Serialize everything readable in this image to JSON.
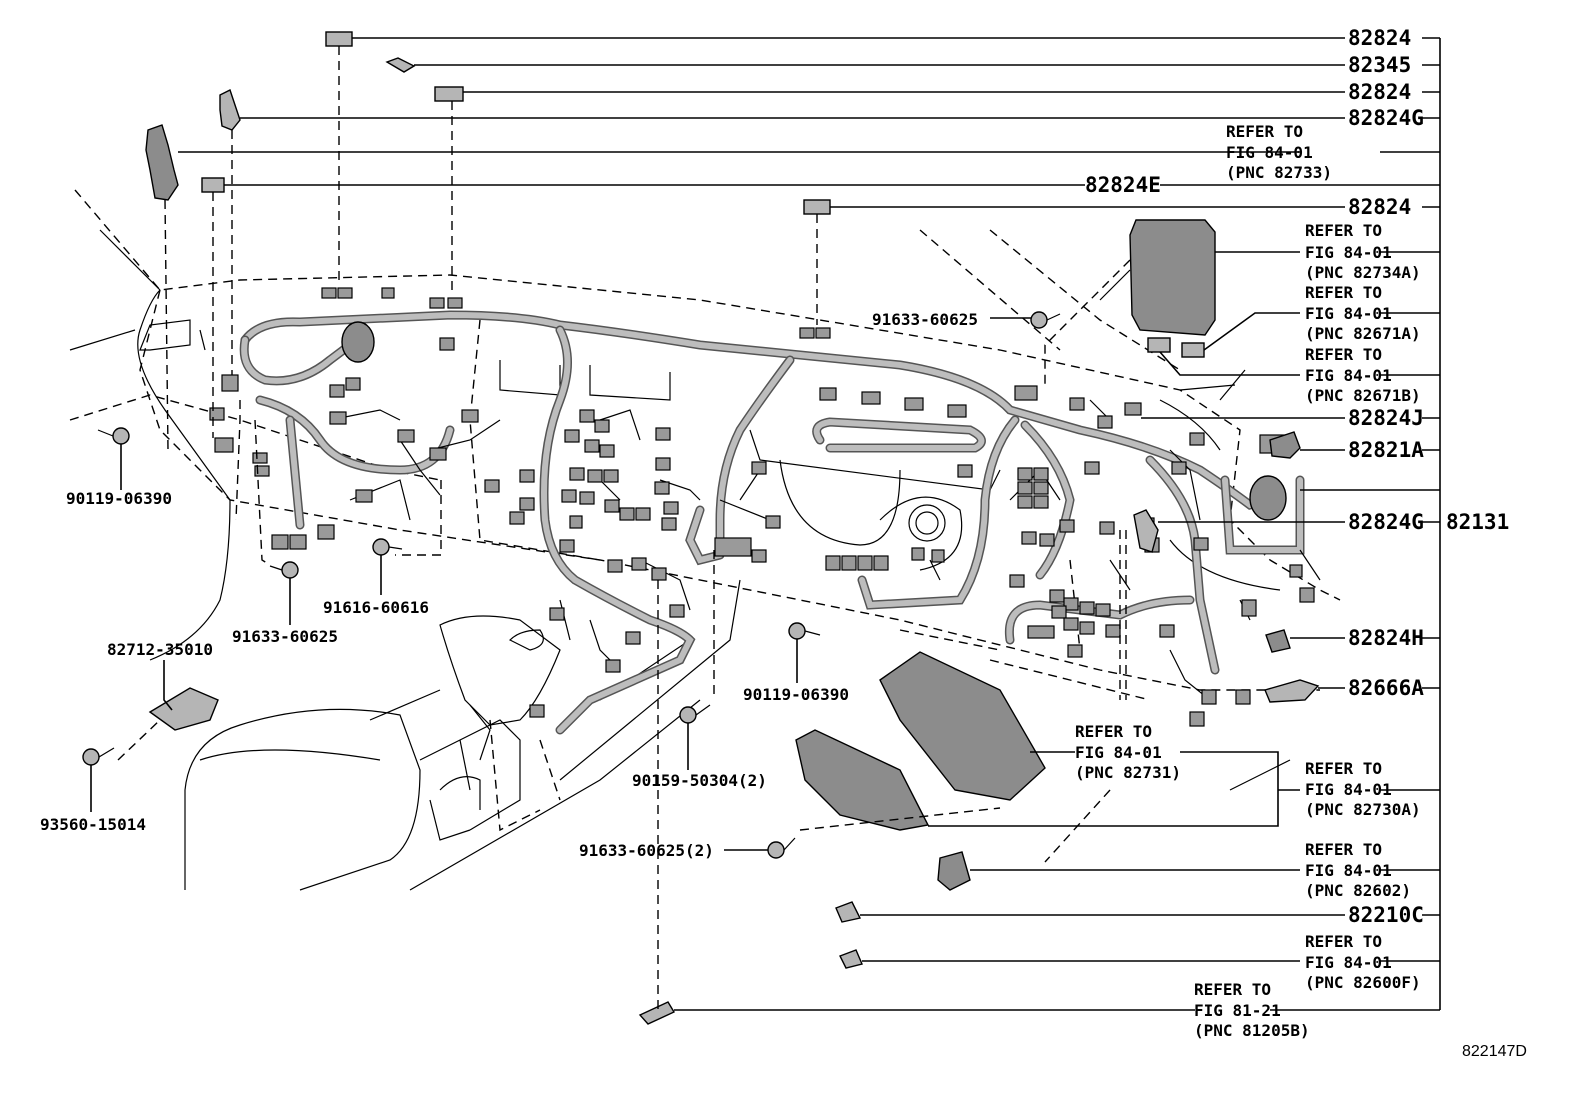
{
  "drawing_number": "822147D",
  "right_labels": {
    "r1": "82824",
    "r2": "82345",
    "r3": "82824",
    "r4": "82824G",
    "r5": "82824E",
    "r6": "82824",
    "r7": "82824J",
    "r8": "82821A",
    "r9": "82824G",
    "r9b": "82131",
    "r10": "82824H",
    "r11": "82666A",
    "r12": "82210C"
  },
  "refer_blocks": {
    "refer_to": "REFER TO",
    "b1": {
      "fig": "FIG 84-01",
      "pnc": "(PNC 82733)"
    },
    "b2": {
      "fig": "FIG 84-01",
      "pnc": "(PNC 82734A)"
    },
    "b3": {
      "fig": "FIG 84-01",
      "pnc": "(PNC 82671A)"
    },
    "b4": {
      "fig": "FIG 84-01",
      "pnc": "(PNC 82671B)"
    },
    "b5": {
      "fig": "FIG 84-01",
      "pnc": "(PNC 82731)"
    },
    "b6": {
      "fig": "FIG 84-01",
      "pnc": "(PNC 82730A)"
    },
    "b7": {
      "fig": "FIG 84-01",
      "pnc": "(PNC 82602)"
    },
    "b8": {
      "fig": "FIG 84-01",
      "pnc": "(PNC 82600F)"
    },
    "b9": {
      "fig": "FIG 81-21",
      "pnc": "(PNC 81205B)"
    }
  },
  "part_labels": {
    "p1": "91633-60625",
    "p2": "90119-06390",
    "p3": "91616-60616",
    "p4": "91633-60625",
    "p5": "82712-35010",
    "p6": "93560-15014",
    "p7": "90119-06390",
    "p8": "90159-50304(2)",
    "p9": "91633-60625(2)"
  },
  "colors": {
    "line": "#000000",
    "fill": "#9a9a9a",
    "background": "#ffffff"
  }
}
